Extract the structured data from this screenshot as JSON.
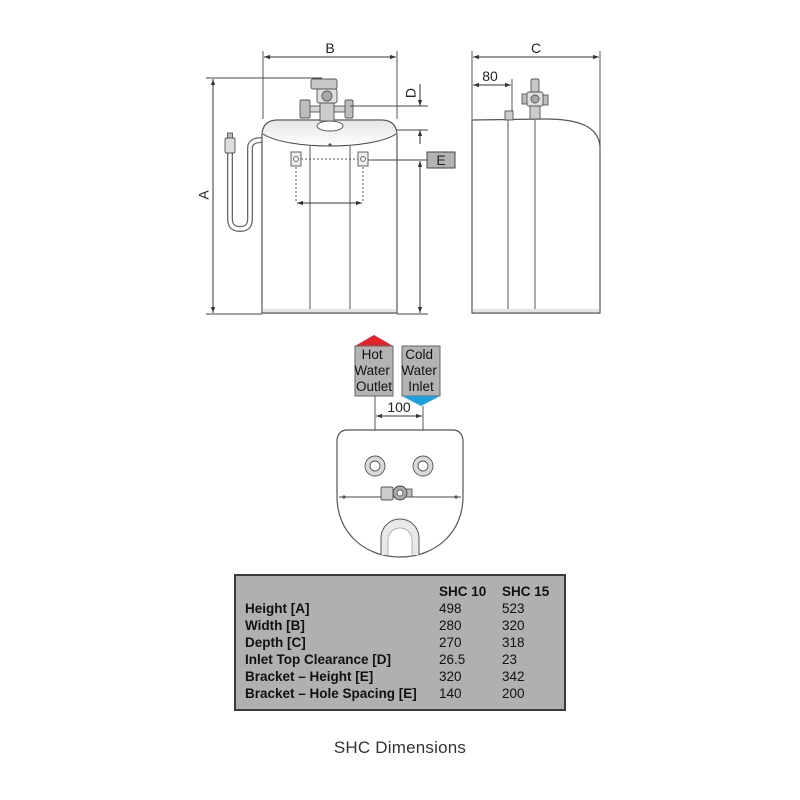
{
  "caption": "SHC Dimensions",
  "colors": {
    "hot_marker": "#e3212b",
    "cold_marker": "#1e9fe0",
    "label_box": "#b3b3b3",
    "table_background": "#b0b0b0"
  },
  "front_view": {
    "dimension_a": "A",
    "dimension_b": "B",
    "dimension_d": "D",
    "dimension_e": "E"
  },
  "side_view": {
    "dimension_c": "C",
    "offset_label": "80"
  },
  "connections": {
    "hot_label": [
      "Hot",
      "Water",
      "Outlet"
    ],
    "cold_label": [
      "Cold",
      "Water",
      "Inlet"
    ],
    "spacing_label": "100"
  },
  "table": {
    "columns": [
      "SHC 10",
      "SHC 15"
    ],
    "rows": [
      {
        "label": "Height [A]",
        "shc10": "498",
        "shc15": "523"
      },
      {
        "label": "Width [B]",
        "shc10": "280",
        "shc15": "320"
      },
      {
        "label": "Depth [C]",
        "shc10": "270",
        "shc15": "318"
      },
      {
        "label": "Inlet Top Clearance [D]",
        "shc10": "26.5",
        "shc15": "23"
      },
      {
        "label": "Bracket – Height [E]",
        "shc10": "320",
        "shc15": "342"
      },
      {
        "label": "Bracket – Hole Spacing [E]",
        "shc10": "140",
        "shc15": "200"
      }
    ]
  }
}
